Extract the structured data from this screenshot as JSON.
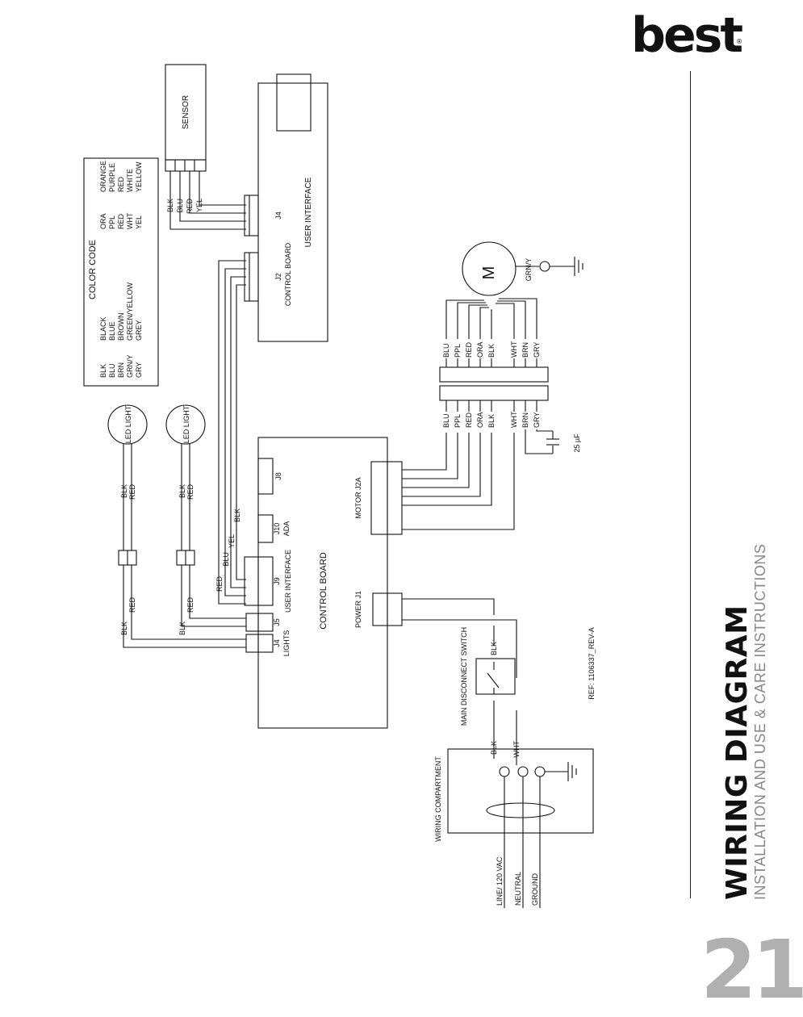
{
  "brand": "best",
  "title": "WIRING DIAGRAM",
  "subtitle": "INSTALLATION AND USE & CARE INSTRUCTIONS",
  "page_number": "21",
  "reference": "REF: 1106337_REV-A",
  "color_code": {
    "heading": "COLOR CODE",
    "entries": [
      {
        "abbr": "BLK",
        "name": "BLACK"
      },
      {
        "abbr": "BLU",
        "name": "BLUE"
      },
      {
        "abbr": "BRN",
        "name": "BROWN"
      },
      {
        "abbr": "GRN/Y",
        "name": "GREEN/YELLOW"
      },
      {
        "abbr": "GRY",
        "name": "GREY"
      },
      {
        "abbr": "ORA",
        "name": "ORANGE"
      },
      {
        "abbr": "PPL",
        "name": "PURPLE"
      },
      {
        "abbr": "RED",
        "name": "RED"
      },
      {
        "abbr": "WHT",
        "name": "WHITE"
      },
      {
        "abbr": "YEL",
        "name": "YELLOW"
      }
    ]
  },
  "components": {
    "sensor": "SENSOR",
    "user_interface": "USER INTERFACE",
    "ui_control_board": "CONTROL BOARD",
    "control_board": "CONTROL  BOARD",
    "led_light": "LED LIGHT",
    "motor_symbol": "M",
    "capacitor": "25 µF",
    "main_switch": "MAIN DISCONNECT SWITCH",
    "wiring_compartment": "WIRING COMPARTMENT"
  },
  "connectors": {
    "j4_ui": "J4",
    "j2_ui": "J2",
    "j8": "J8",
    "j10": "J10",
    "j10_desc": "ADA",
    "j9": "J9",
    "j9_desc": "USER INTERFACE",
    "j5": "J5",
    "j4_lights": "J4",
    "j4_lights_desc": "LIGHTS",
    "motor_j2a": "MOTOR J2A",
    "power_j1": "POWER J1"
  },
  "wires": {
    "sensor": [
      "BLK",
      "BLU",
      "RED",
      "YEL"
    ],
    "harness": [
      "RED",
      "BLU",
      "YEL",
      "BLK"
    ],
    "led": [
      "BLK",
      "RED"
    ],
    "motor_top": [
      "BLU",
      "PPL",
      "RED",
      "ORA",
      "BLK",
      "WHT",
      "BRN",
      "GRY"
    ],
    "motor_bottom": [
      "BLU",
      "PPL",
      "RED",
      "ORA",
      "BLK",
      "WHT",
      "BRN",
      "GRY"
    ],
    "motor_ground": "GRN/Y",
    "power": [
      "BLK",
      "BLK",
      "WHT"
    ]
  },
  "supply": {
    "line": "LINE/ 120 VAC",
    "neutral": "NEUTRAL",
    "ground": "GROUND"
  }
}
